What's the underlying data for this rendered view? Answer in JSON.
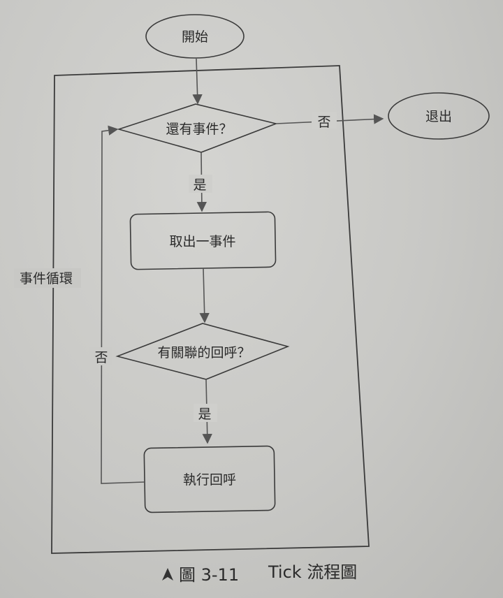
{
  "nodes": {
    "start": "開始",
    "exit": "退出",
    "has_events": "還有事件？",
    "take_event": "取出一事件",
    "has_callback": "有關聯的回呼？",
    "run_callback": "執行回呼"
  },
  "edges": {
    "no_to_exit": "否",
    "yes_take": "是",
    "yes_run": "是",
    "no_back": "否"
  },
  "loop_label": "事件循環",
  "caption": {
    "icon": "triangle-arrow-icon",
    "label": "圖 3-11",
    "title": "Tick 流程圖"
  }
}
